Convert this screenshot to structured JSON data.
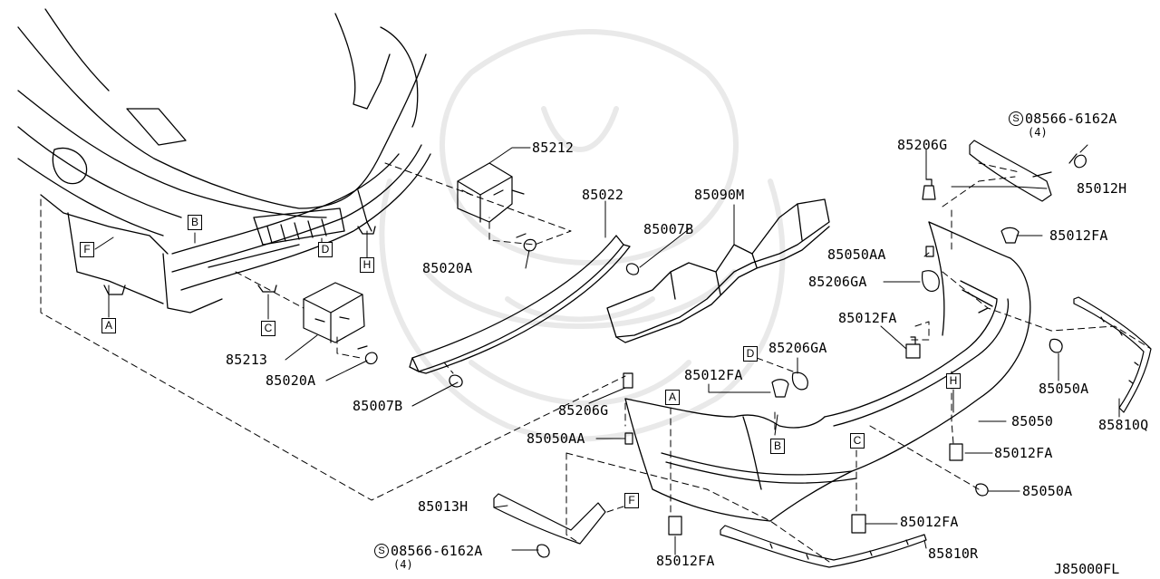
{
  "diagram_code": "J85000FL",
  "part_labels": {
    "p85212": "85212",
    "p85022": "85022",
    "p85090M": "85090M",
    "p85007B_top": "85007B",
    "p85020A_top": "85020A",
    "p85213": "85213",
    "p85020A_bot": "85020A",
    "p85007B_bot": "85007B",
    "p85206G_top": "85206G",
    "p85012H": "85012H",
    "p85012FA_r1": "85012FA",
    "p85050AA_r": "85050AA",
    "p85206GA_r": "85206GA",
    "p85012FA_r2": "85012FA",
    "p85050A_r": "85050A",
    "p85810Q": "85810Q",
    "p85206GA_c": "85206GA",
    "p85012FA_c": "85012FA",
    "p85206G_l": "85206G",
    "p85050AA_l": "85050AA",
    "p85050_main": "85050",
    "p85012FA_r3": "85012FA",
    "p85050A_b": "85050A",
    "p85013H": "85013H",
    "p85012FA_b1": "85012FA",
    "p85012FA_b2": "85012FA",
    "p85810R": "85810R"
  },
  "screw_top": {
    "symbol": "S",
    "number": "08566-6162A",
    "qty": "(4)"
  },
  "screw_bottom": {
    "symbol": "S",
    "number": "08566-6162A",
    "qty": "(4)"
  },
  "ref_letters": {
    "F1": "F",
    "B1": "B",
    "D1": "D",
    "H1": "H",
    "A1": "A",
    "C1": "C",
    "D2": "D",
    "A2": "A",
    "B2": "B",
    "C2": "C",
    "H2": "H",
    "F2": "F"
  }
}
